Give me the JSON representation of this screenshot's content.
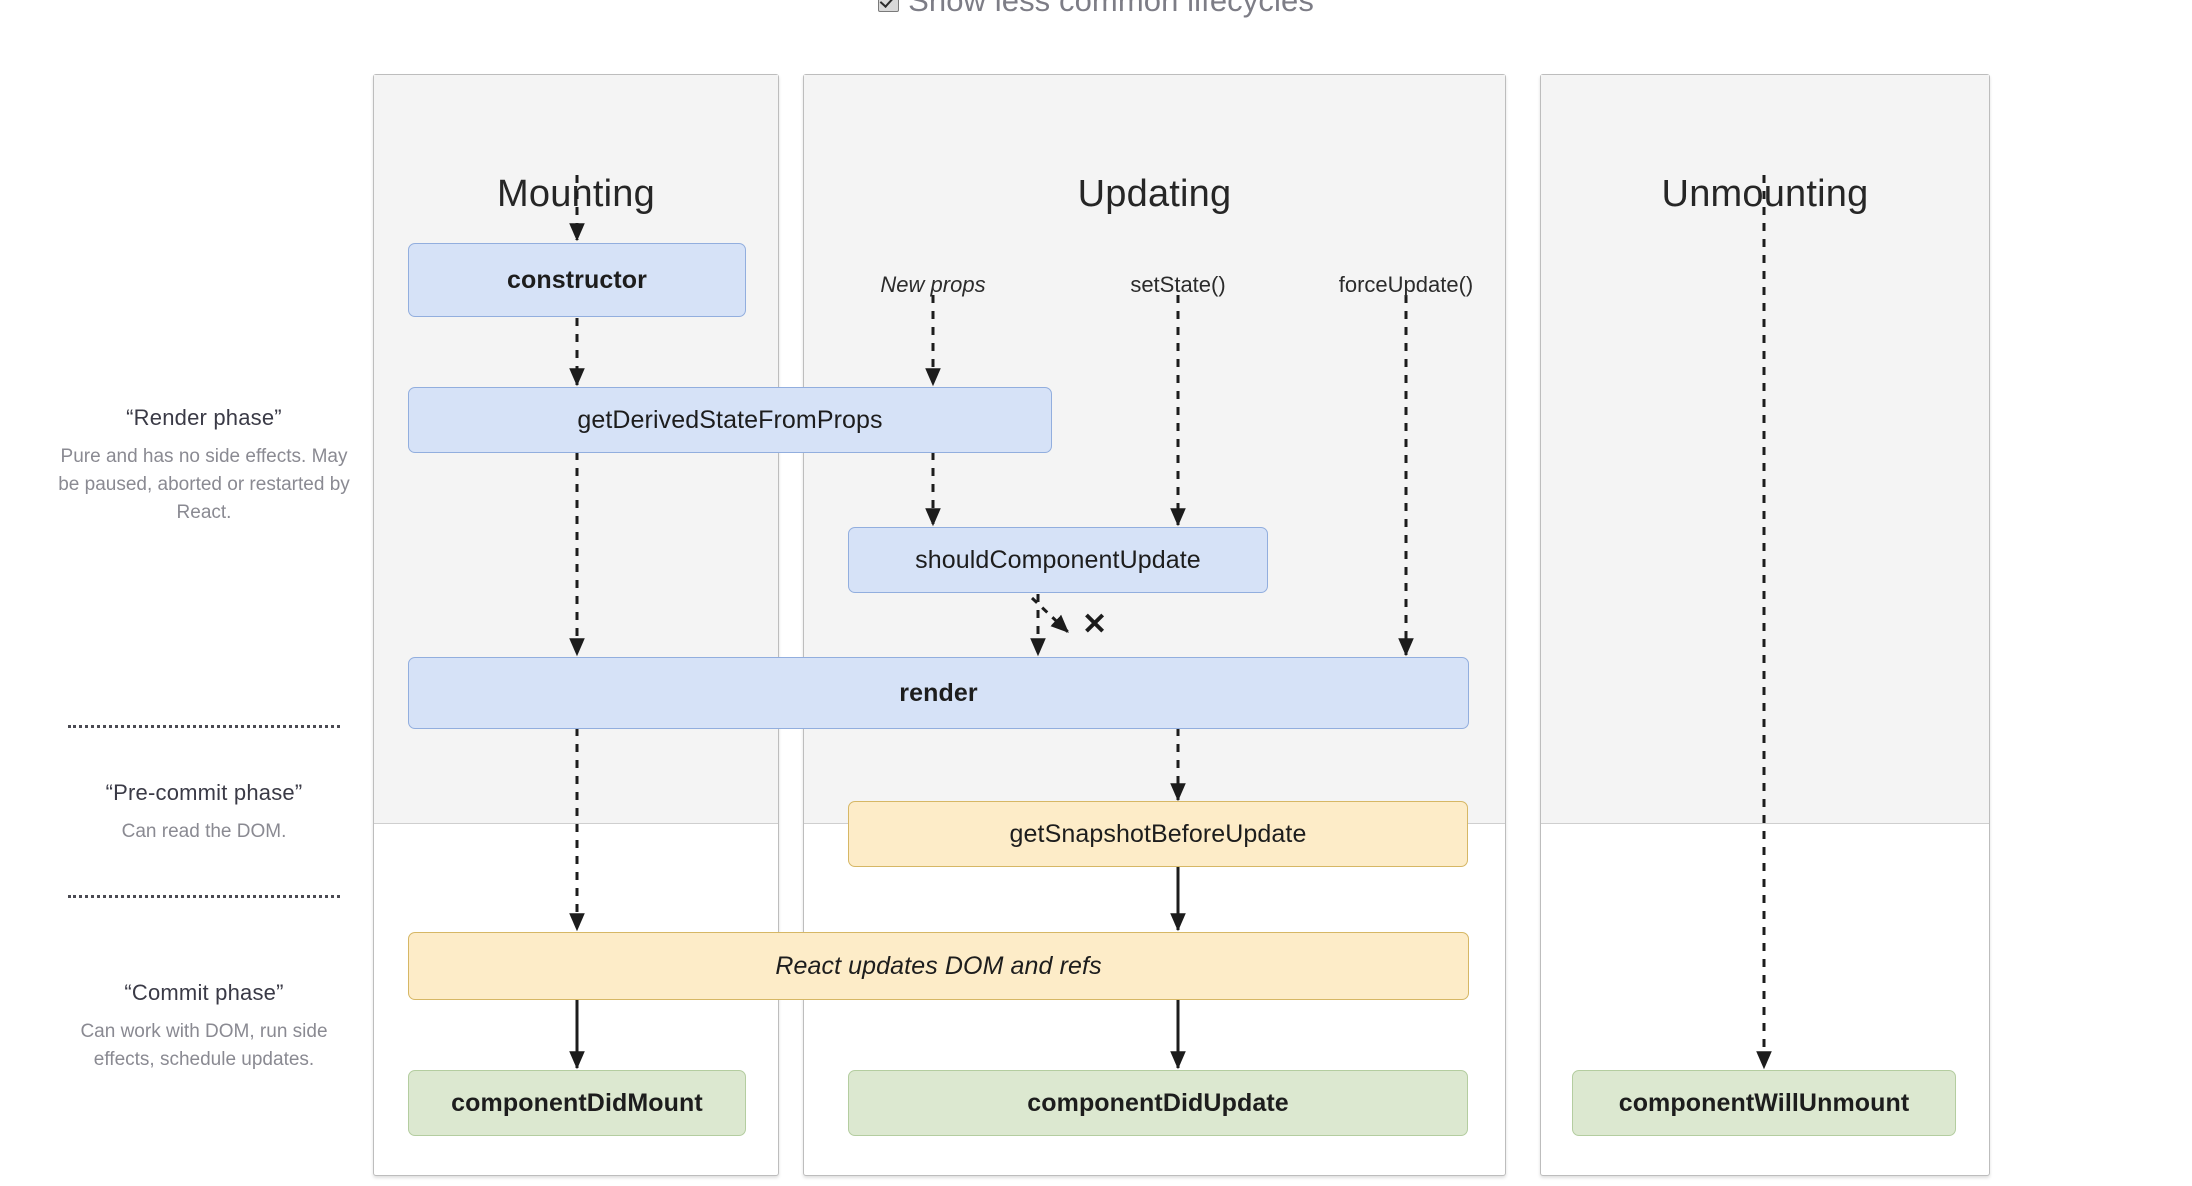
{
  "toggle": {
    "label": "Show less common lifecycles",
    "checked": true,
    "icon": "checkbox-checked-icon"
  },
  "legend": [
    {
      "id": "render-phase",
      "title": "“Render phase”",
      "desc": "Pure and has no side effects. May be paused, aborted or restarted by React."
    },
    {
      "id": "pre-commit-phase",
      "title": "“Pre-commit phase”",
      "desc": "Can read the DOM."
    },
    {
      "id": "commit-phase",
      "title": "“Commit phase”",
      "desc": "Can work with DOM, run side effects, schedule updates."
    }
  ],
  "panels": [
    {
      "id": "mounting",
      "title": "Mounting"
    },
    {
      "id": "updating",
      "title": "Updating"
    },
    {
      "id": "unmounting",
      "title": "Unmounting"
    }
  ],
  "triggers": [
    {
      "id": "new-props",
      "label": "New props",
      "style": "italic"
    },
    {
      "id": "set-state",
      "label": "setState()",
      "style": "normal"
    },
    {
      "id": "force-update",
      "label": "forceUpdate()",
      "style": "normal"
    }
  ],
  "nodes": [
    {
      "id": "constructor",
      "label": "constructor",
      "color": "blue",
      "weight": "bold"
    },
    {
      "id": "get-derived-state",
      "label": "getDerivedStateFromProps",
      "color": "blue",
      "weight": "normal"
    },
    {
      "id": "should-component-update",
      "label": "shouldComponentUpdate",
      "color": "blue",
      "weight": "normal"
    },
    {
      "id": "render",
      "label": "render",
      "color": "blue",
      "weight": "bold"
    },
    {
      "id": "get-snapshot-before-update",
      "label": "getSnapshotBeforeUpdate",
      "color": "cream",
      "weight": "normal"
    },
    {
      "id": "react-updates-dom",
      "label": "React updates DOM and refs",
      "color": "cream",
      "weight": "italic"
    },
    {
      "id": "component-did-mount",
      "label": "componentDidMount",
      "color": "green",
      "weight": "bold"
    },
    {
      "id": "component-did-update",
      "label": "componentDidUpdate",
      "color": "green",
      "weight": "bold"
    },
    {
      "id": "component-will-unmount",
      "label": "componentWillUnmount",
      "color": "green",
      "weight": "bold"
    }
  ],
  "markers": {
    "abort": "✕"
  },
  "colors": {
    "blue_fill": "#d6e2f7",
    "blue_border": "#92aede",
    "cream_fill": "#fdecc8",
    "cream_border": "#d6b765",
    "green_fill": "#dce8d0",
    "green_border": "#b4cda0",
    "panel_shade": "#f4f4f4",
    "panel_border": "#bdbdbd"
  }
}
